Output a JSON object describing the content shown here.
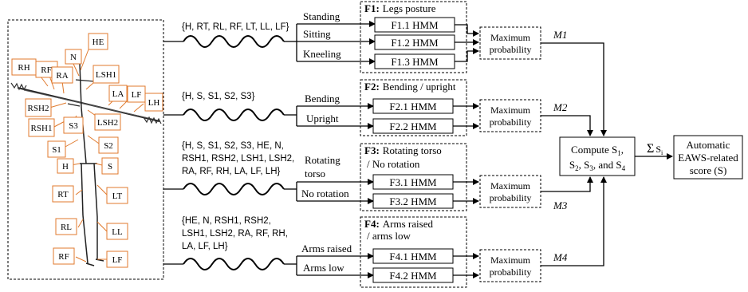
{
  "skeleton": {
    "joints": [
      "HE",
      "N",
      "RH",
      "RF",
      "RA",
      "LSH1",
      "LA",
      "LF",
      "LH",
      "RSH2",
      "RSH1",
      "S3",
      "LSH2",
      "S1",
      "S2",
      "H",
      "S",
      "RT",
      "LT",
      "RL",
      "LL",
      "RF",
      "LF"
    ]
  },
  "inputs": {
    "f1": "{H, RT, RL, RF, LT, LL,  LF}",
    "f2": "{H, S, S1, S2, S3}",
    "f3": [
      "{H, S, S1, S2, S3, HE, N,",
      "RSH1, RSH2, LSH1, LSH2,",
      "RA, RF, RH, LA, LF, LH}"
    ],
    "f4": [
      "{HE, N, RSH1, RSH2,",
      "LSH1, LSH2, RA, RF, RH,",
      "LA, LF, LH}"
    ]
  },
  "labels": {
    "standing": "Standing",
    "sitting": "Sitting",
    "kneeling": "Kneeling",
    "bending": "Bending",
    "upright": "Upright",
    "rotating_torso": [
      "Rotating",
      "torso"
    ],
    "no_rotation": "No rotation",
    "arms_raised": "Arms raised",
    "arms_low": "Arms low"
  },
  "groups": {
    "f1": {
      "prefix": "F1:",
      "title": "Legs posture"
    },
    "f2": {
      "prefix": "F2:",
      "title": "Bending / upright"
    },
    "f3": {
      "prefix": "F3:",
      "title": "Rotating torso",
      "title2": "/ No rotation"
    },
    "f4": {
      "prefix": "F4:",
      "title": "Arms raised",
      "title2": "/ arms low"
    }
  },
  "hmms": {
    "f1": [
      "F1.1 HMM",
      "F1.2 HMM",
      "F1.3 HMM"
    ],
    "f2": [
      "F2.1 HMM",
      "F2.2 HMM"
    ],
    "f3": [
      "F3.1 HMM",
      "F3.2 HMM"
    ],
    "f4": [
      "F4.1 HMM",
      "F4.2 HMM"
    ]
  },
  "maxprob": [
    "Maximum",
    "probability"
  ],
  "m_labels": [
    "M1",
    "M2",
    "M3",
    "M4"
  ],
  "compute": {
    "line1": "Compute S",
    "sub1": "1",
    "comma1": ",",
    "line2_s2": "S",
    "sub2": "2",
    "mid": ", S",
    "sub3": "3",
    "and": ", and S",
    "sub4": "4"
  },
  "sum": {
    "sigma": "Σ",
    "s": "S",
    "sub": "i"
  },
  "result": [
    "Automatic",
    "EAWS-related",
    "score (S)"
  ]
}
